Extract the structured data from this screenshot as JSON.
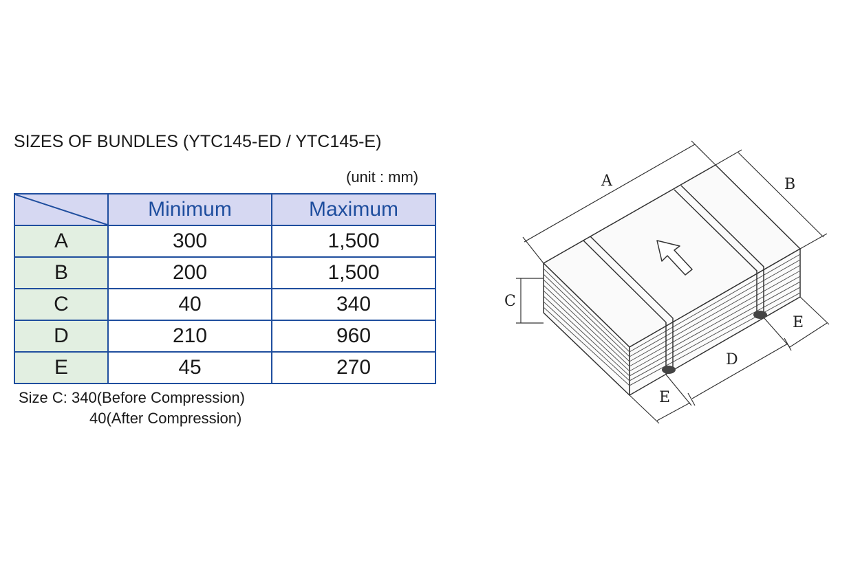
{
  "title": "SIZES OF BUNDLES (YTC145-ED / YTC145-E)",
  "unit": "(unit : mm)",
  "table": {
    "headers": [
      "Minimum",
      "Maximum"
    ],
    "rows": [
      {
        "label": "A",
        "min": "300",
        "max": "1,500"
      },
      {
        "label": "B",
        "min": "200",
        "max": "1,500"
      },
      {
        "label": "C",
        "min": "40",
        "max": "340"
      },
      {
        "label": "D",
        "min": "210",
        "max": "960"
      },
      {
        "label": "E",
        "min": "45",
        "max": "270"
      }
    ]
  },
  "notes": {
    "line1": "Size C: 340(Before Compression)",
    "line2": "40(After Compression)"
  },
  "diagram": {
    "labels": {
      "a": "A",
      "b": "B",
      "c": "C",
      "d": "D",
      "e_front": "E",
      "e_side": "E"
    }
  },
  "colors": {
    "table_border": "#1f4e9e",
    "header_bg": "#d6d8f2",
    "header_text": "#1f4e9e",
    "row_label_bg": "#e2efe1"
  }
}
